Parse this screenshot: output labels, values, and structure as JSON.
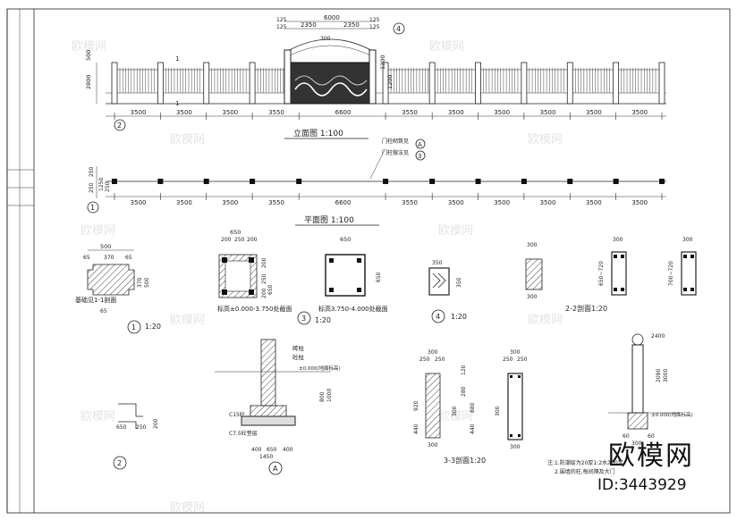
{
  "brand": {
    "name": "欧模网",
    "id": "ID:3443929",
    "watermark": "欧模网"
  },
  "titles": {
    "elevation": "立面图 1:100",
    "plan": "平面图 1:100",
    "sec_base": "基础见1-1剖面",
    "sec_a": "标高±0.000-3.750处截面",
    "sec_b": "标高3.750-4.000处截面",
    "sec_22": "2-2剖面1:20",
    "sec_33": "3-3剖面1:20",
    "scale_1": "1:20",
    "scale_3": "1:20",
    "scale_4": "1:20"
  },
  "markers": {
    "m1": "1",
    "m2": "2",
    "m3": "3",
    "m4": "4",
    "mA": "A"
  },
  "elevation_dims": {
    "bays": [
      "3500",
      "3500",
      "3500",
      "3550",
      "6600",
      "3550",
      "3500",
      "3500",
      "3500",
      "3500",
      "3500"
    ],
    "top": [
      "6000",
      "2350",
      "2350"
    ],
    "small_top": [
      "125",
      "125",
      "300",
      "125",
      "125"
    ],
    "left": [
      "2800",
      "500"
    ],
    "gate_h": [
      "1200",
      "1200"
    ]
  },
  "plan_dims": {
    "bays": [
      "3500",
      "3500",
      "3500",
      "3550",
      "6600",
      "3550",
      "3500",
      "3500",
      "3500",
      "3500",
      "3500"
    ],
    "left": [
      "250",
      "250",
      "1250",
      "250"
    ]
  },
  "callouts": {
    "gate_a": "门柱砌筑见",
    "gate_b": "门柱做法见"
  },
  "detail_dims": {
    "d1": [
      "500",
      "65",
      "370",
      "65",
      "370",
      "500",
      "65",
      "65"
    ],
    "d3": [
      "650",
      "200",
      "250",
      "200",
      "650",
      "200",
      "250",
      "200",
      "650",
      "250",
      "200"
    ],
    "d3b": [
      "650",
      "650"
    ],
    "d4": [
      "350",
      "350"
    ],
    "s22": [
      "300",
      "300",
      "300",
      "300",
      "650~720",
      "700~720"
    ],
    "s33": [
      "300",
      "250",
      "250",
      "300",
      "300",
      "250",
      "250",
      "300",
      "920",
      "880",
      "440",
      "440",
      "280",
      "120",
      "300",
      "300"
    ],
    "right": [
      "2400",
      "2090",
      "3000",
      "60",
      "300",
      "60"
    ]
  },
  "detail_labels": {
    "c15": "C15砼",
    "c7": "C7.5砼垫层",
    "brick": "砖柱",
    "brick2": "砼柱",
    "ground": "±0.000(地面标高)",
    "ground2": "±0.000(地面标高)",
    "foot": [
      "400",
      "650",
      "400",
      "1450"
    ],
    "depth": [
      "800",
      "1000"
    ],
    "notes": [
      "注:1.防潮层为20厚1:2水泥砂浆",
      "2.围墙的柱,每间隔及大门"
    ]
  }
}
